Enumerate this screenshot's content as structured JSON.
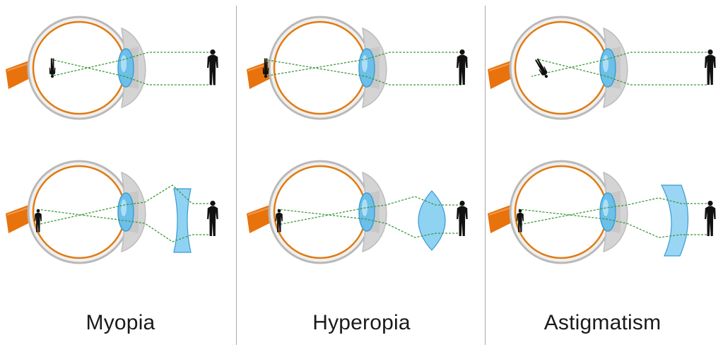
{
  "figure": {
    "panels": [
      {
        "condition": "myopia",
        "caption": "Myopia",
        "corrective_lens": "concave",
        "image_defect": "in-front-of-retina"
      },
      {
        "condition": "hyperopia",
        "caption": "Hyperopia",
        "corrective_lens": "convex",
        "image_defect": "behind-retina"
      },
      {
        "condition": "astigmatism",
        "caption": "Astigmatism",
        "corrective_lens": "cylindrical",
        "image_defect": "distorted"
      }
    ]
  },
  "colors": {
    "eyeball_fill": "#f0f0f0",
    "sclera_outline": "#b9b9b9",
    "retina": "#e07b12",
    "optic_nerve": "#e8720c",
    "cornea": "#d4d4d4",
    "lens": "#6cbfe8",
    "ray": "#3a9a3a",
    "person": "#111111",
    "divider": "#a9a9a9",
    "caption": "#1a1a1a"
  }
}
